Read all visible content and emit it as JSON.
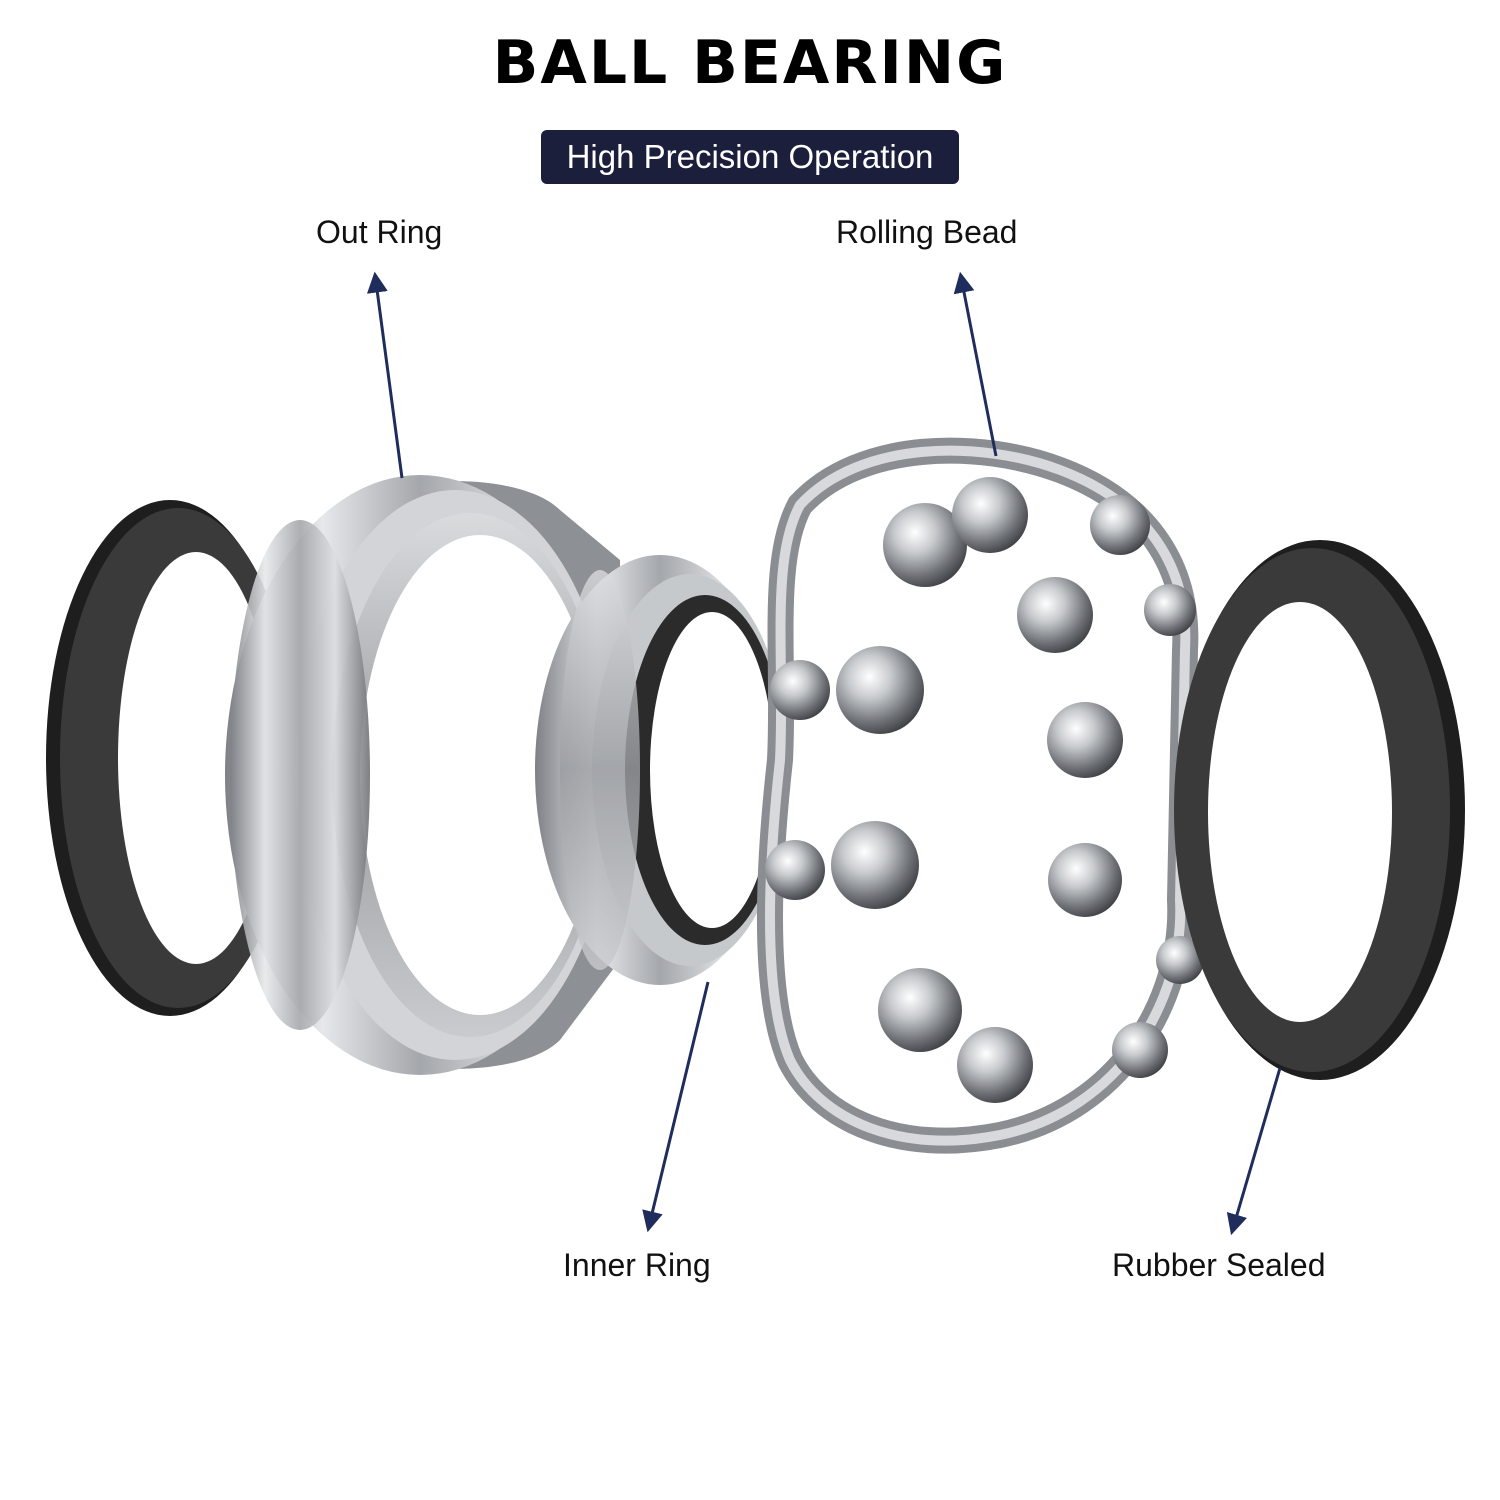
{
  "title": "BALL BEARING",
  "subtitle": "High Precision Operation",
  "labels": {
    "out_ring": "Out Ring",
    "rolling_bead": "Rolling Bead",
    "inner_ring": "Inner Ring",
    "rubber_sealed": "Rubber Sealed"
  },
  "colors": {
    "subtitle_bg": "#1b1f3b",
    "arrow": "#1f2d5c",
    "seal": "#2a2a2a",
    "steel": "#b9bcc0"
  }
}
